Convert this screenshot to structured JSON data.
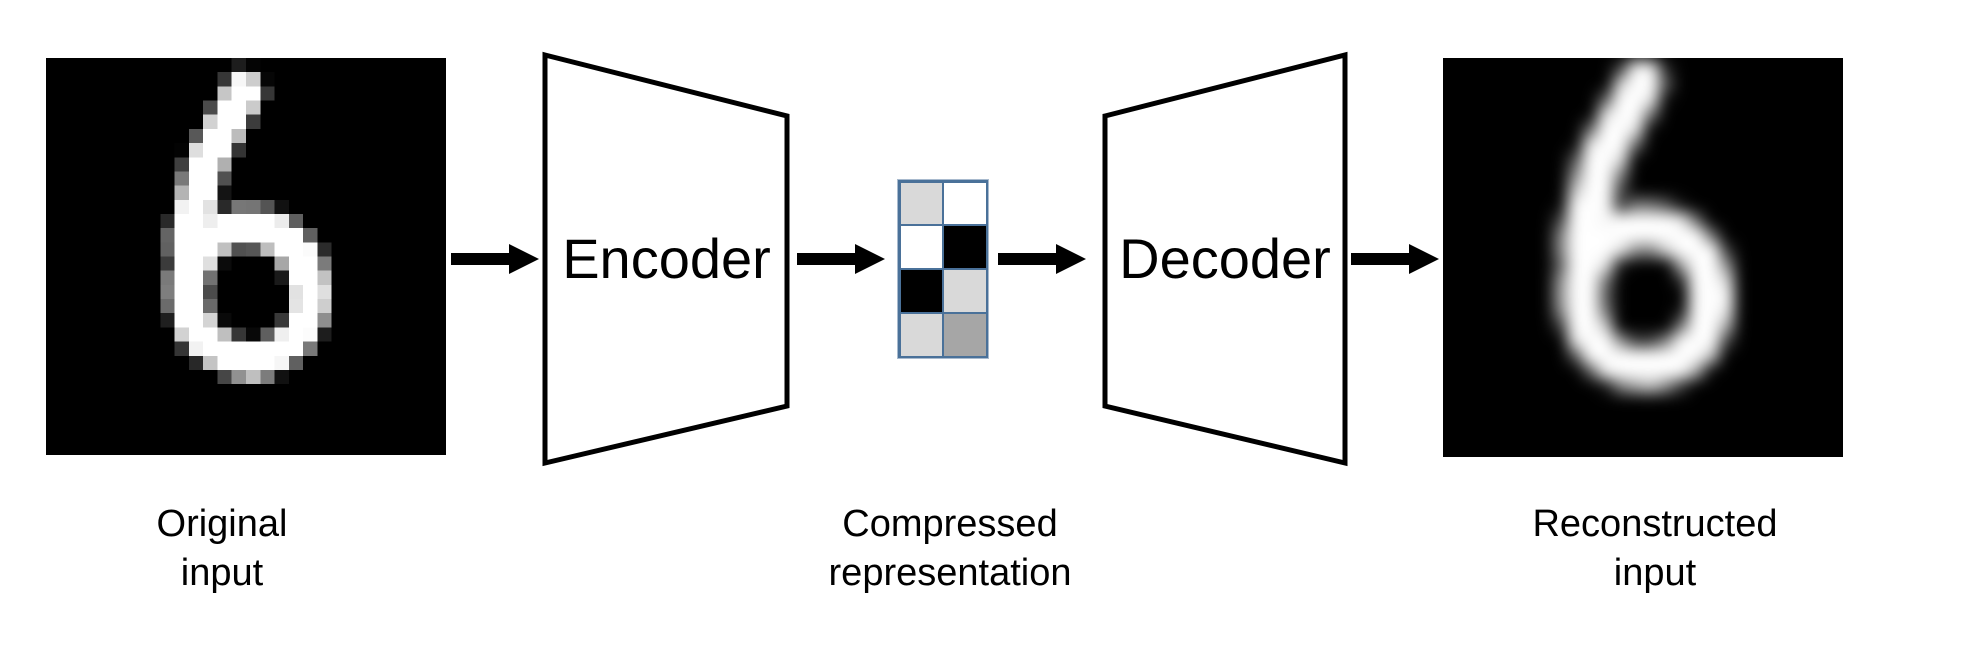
{
  "diagram": {
    "kind": "autoencoder-flow",
    "background": "#ffffff",
    "text_color": "#000000",
    "arrow_color": "#000000",
    "shape_stroke": "#000000",
    "shape_fill": "#ffffff",
    "stages": {
      "original": {
        "caption_lines": [
          "Original",
          "input"
        ],
        "image": {
          "digit": "6",
          "style": "pixelated",
          "background": "#000000",
          "ink": "#ffffff"
        }
      },
      "encoder": {
        "label": "Encoder"
      },
      "compressed": {
        "caption_lines": [
          "Compressed",
          "representation"
        ],
        "grid": {
          "rows": 4,
          "cols": 2,
          "border_color": "#4a7199",
          "cells": [
            "#d9d9d9",
            "#ffffff",
            "#ffffff",
            "#000000",
            "#000000",
            "#d9d9d9",
            "#d9d9d9",
            "#a6a6a6"
          ]
        }
      },
      "decoder": {
        "label": "Decoder"
      },
      "reconstructed": {
        "caption_lines": [
          "Reconstructed",
          "input"
        ],
        "image": {
          "digit": "6",
          "style": "blurred",
          "background": "#000000",
          "ink": "#ffffff"
        }
      }
    }
  }
}
